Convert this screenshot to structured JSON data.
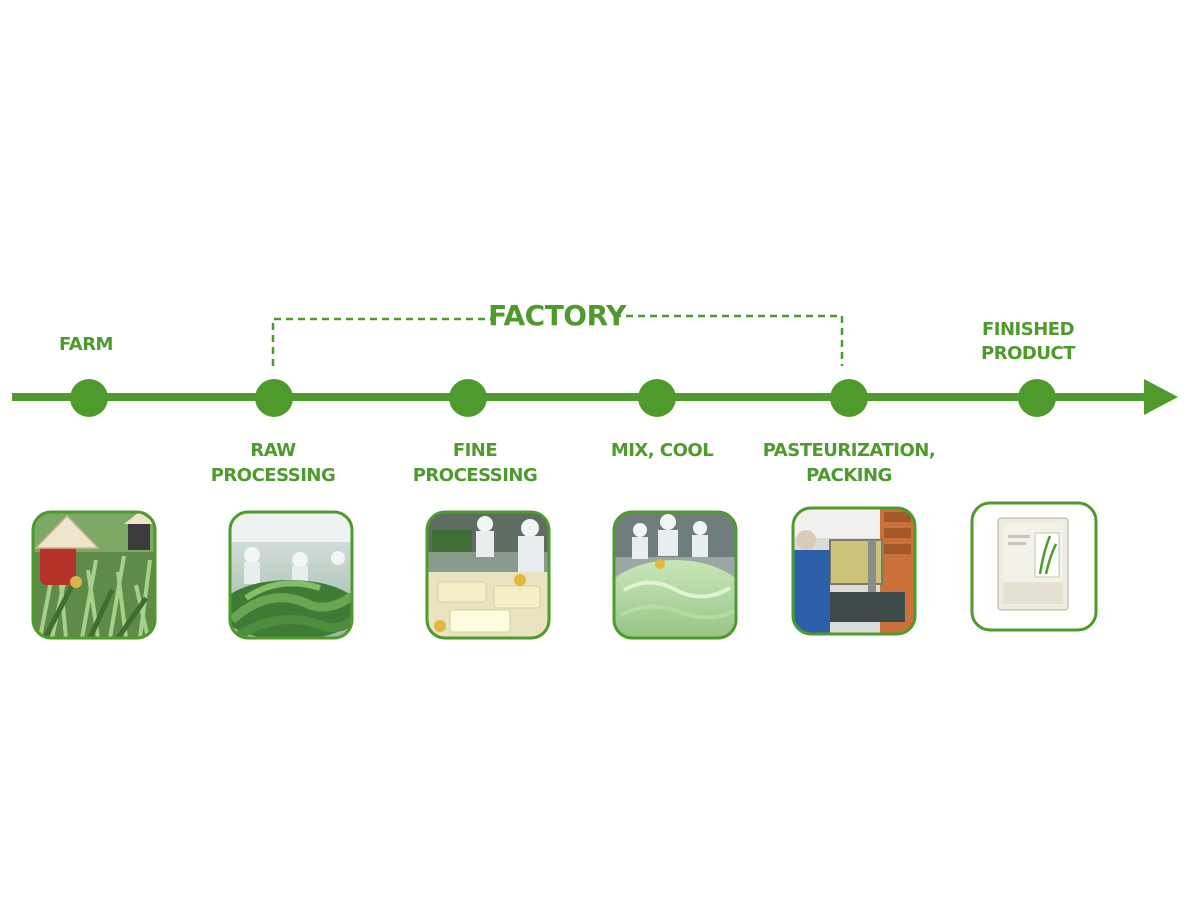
{
  "colors": {
    "accent": "#4e9a2c",
    "background": "#ffffff"
  },
  "factory_label": "FACTORY",
  "stages": [
    {
      "id": "farm",
      "line1": "FARM",
      "line2": "",
      "photo": "aloe-farm-harvest-photo"
    },
    {
      "id": "raw",
      "line1": "RAW",
      "line2": "PROCESSING",
      "photo": "raw-processing-photo"
    },
    {
      "id": "fine",
      "line1": "FINE",
      "line2": "PROCESSING",
      "photo": "fine-processing-photo"
    },
    {
      "id": "mix",
      "line1": "MIX, COOL",
      "line2": "",
      "photo": "mix-cool-photo"
    },
    {
      "id": "past",
      "line1": "PASTEURIZATION,",
      "line2": "PACKING",
      "photo": "pasteurization-packing-photo"
    },
    {
      "id": "fin",
      "line1": "FINISHED",
      "line2": "PRODUCT",
      "photo": "finished-product-bag-photo"
    }
  ]
}
